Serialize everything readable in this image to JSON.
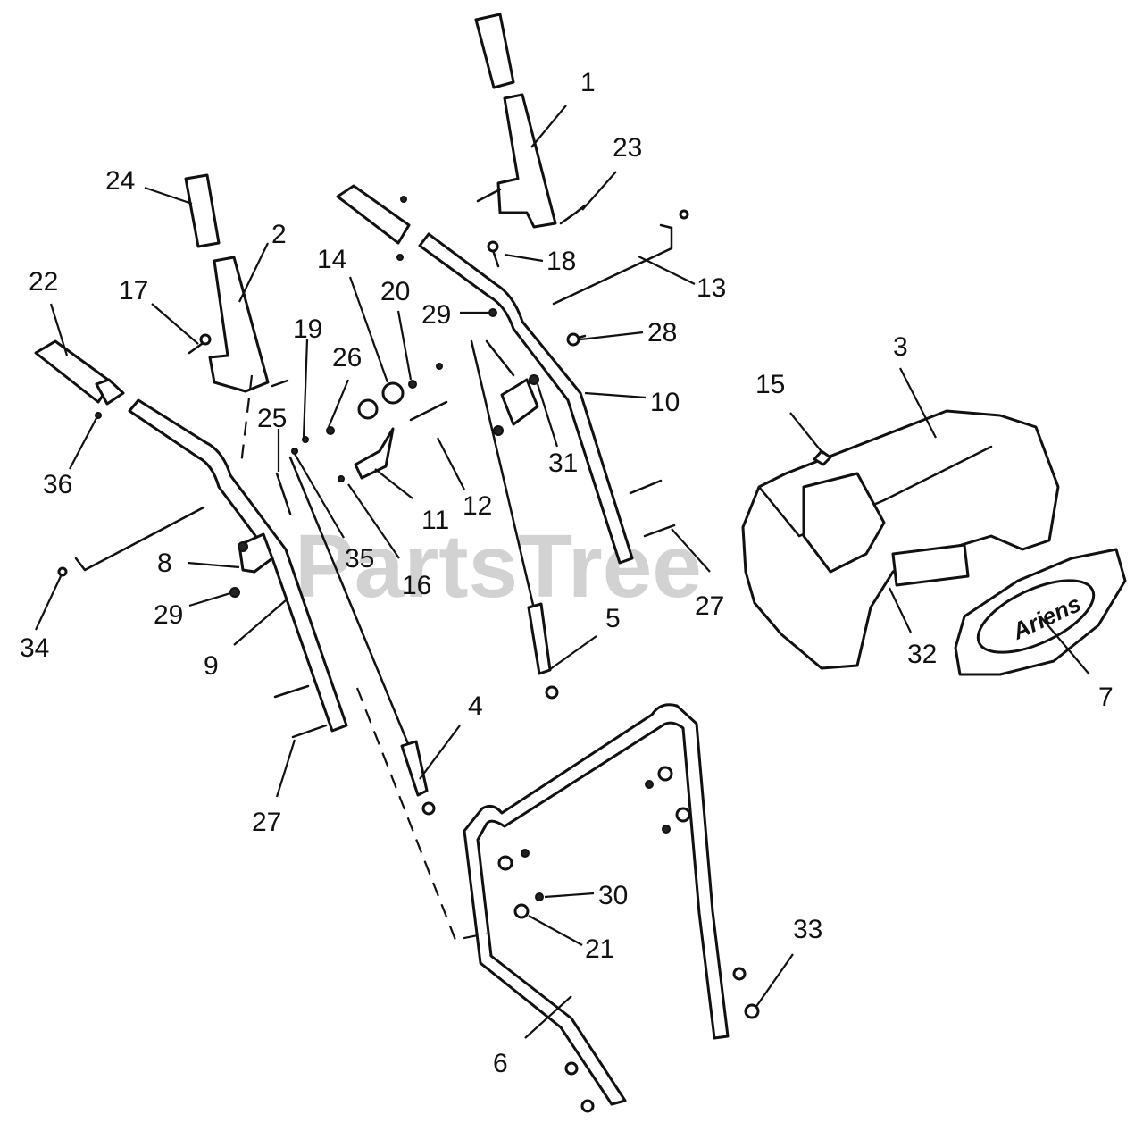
{
  "diagram": {
    "watermark": "PartsTree",
    "logo": "Ariens",
    "callouts": [
      {
        "id": "c1",
        "label": "1"
      },
      {
        "id": "c2",
        "label": "2"
      },
      {
        "id": "c3",
        "label": "3"
      },
      {
        "id": "c4",
        "label": "4"
      },
      {
        "id": "c5",
        "label": "5"
      },
      {
        "id": "c6",
        "label": "6"
      },
      {
        "id": "c7",
        "label": "7"
      },
      {
        "id": "c8",
        "label": "8"
      },
      {
        "id": "c9",
        "label": "9"
      },
      {
        "id": "c10",
        "label": "10"
      },
      {
        "id": "c11",
        "label": "11"
      },
      {
        "id": "c12",
        "label": "12"
      },
      {
        "id": "c13",
        "label": "13"
      },
      {
        "id": "c14",
        "label": "14"
      },
      {
        "id": "c15",
        "label": "15"
      },
      {
        "id": "c16",
        "label": "16"
      },
      {
        "id": "c17",
        "label": "17"
      },
      {
        "id": "c18",
        "label": "18"
      },
      {
        "id": "c19",
        "label": "19"
      },
      {
        "id": "c20",
        "label": "20"
      },
      {
        "id": "c21",
        "label": "21"
      },
      {
        "id": "c22",
        "label": "22"
      },
      {
        "id": "c23",
        "label": "23"
      },
      {
        "id": "c24",
        "label": "24"
      },
      {
        "id": "c25",
        "label": "25"
      },
      {
        "id": "c26",
        "label": "26"
      },
      {
        "id": "c27a",
        "label": "27"
      },
      {
        "id": "c27b",
        "label": "27"
      },
      {
        "id": "c28",
        "label": "28"
      },
      {
        "id": "c29a",
        "label": "29"
      },
      {
        "id": "c29b",
        "label": "29"
      },
      {
        "id": "c30",
        "label": "30"
      },
      {
        "id": "c31",
        "label": "31"
      },
      {
        "id": "c32",
        "label": "32"
      },
      {
        "id": "c33",
        "label": "33"
      },
      {
        "id": "c34",
        "label": "34"
      },
      {
        "id": "c35",
        "label": "35"
      },
      {
        "id": "c36",
        "label": "36"
      }
    ]
  }
}
